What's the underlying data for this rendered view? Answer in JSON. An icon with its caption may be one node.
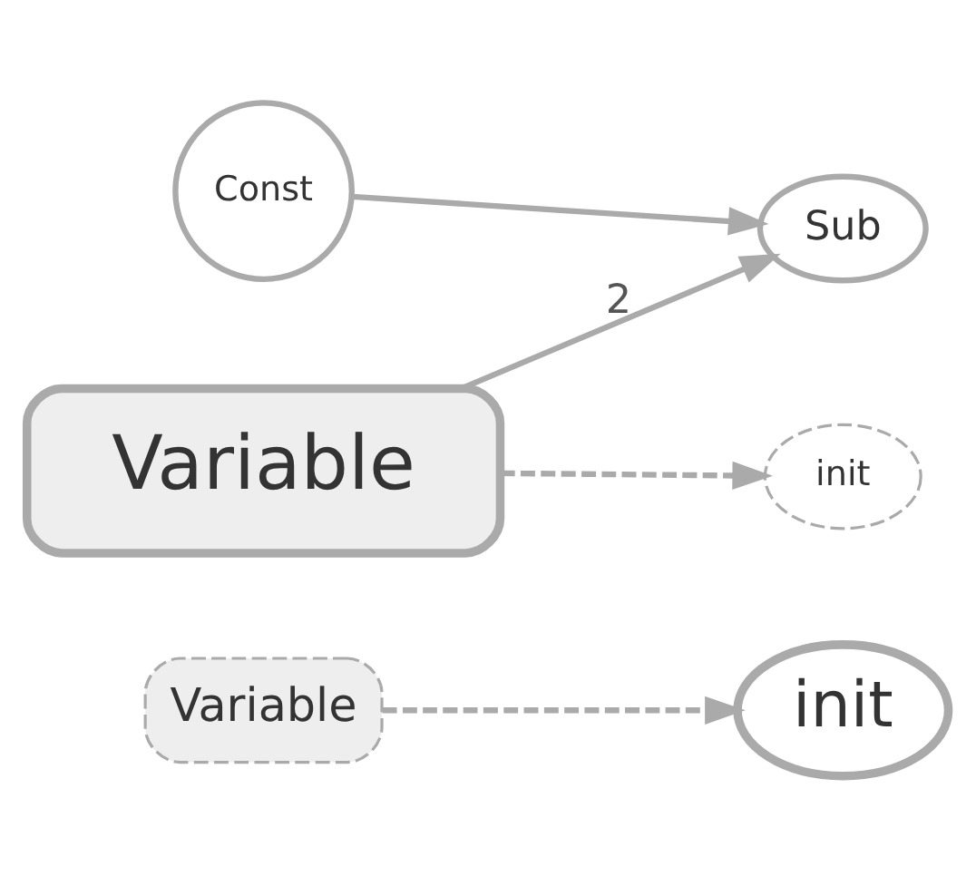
{
  "diagram": {
    "nodes": [
      {
        "text": [
          "init"
        ]
      },
      {
        "text": [
          "Variable"
        ]
      },
      {
        "text": [
          "Sub"
        ]
      },
      {
        "text": [
          "Const"
        ]
      },
      {
        "text": [
          "Variable"
        ]
      },
      {
        "text": [
          "init"
        ]
      }
    ],
    "edges": [
      {
        "from": 1,
        "to": 0,
        "arrow": "to",
        "style": "dashed"
      },
      {
        "from": 3,
        "to": 2,
        "arrow": "to"
      },
      {
        "from": 4,
        "to": 2,
        "arrow": "to",
        "label": "2"
      },
      {
        "from": 4,
        "to": 5,
        "arrow": "to",
        "style": "dashed"
      }
    ]
  }
}
